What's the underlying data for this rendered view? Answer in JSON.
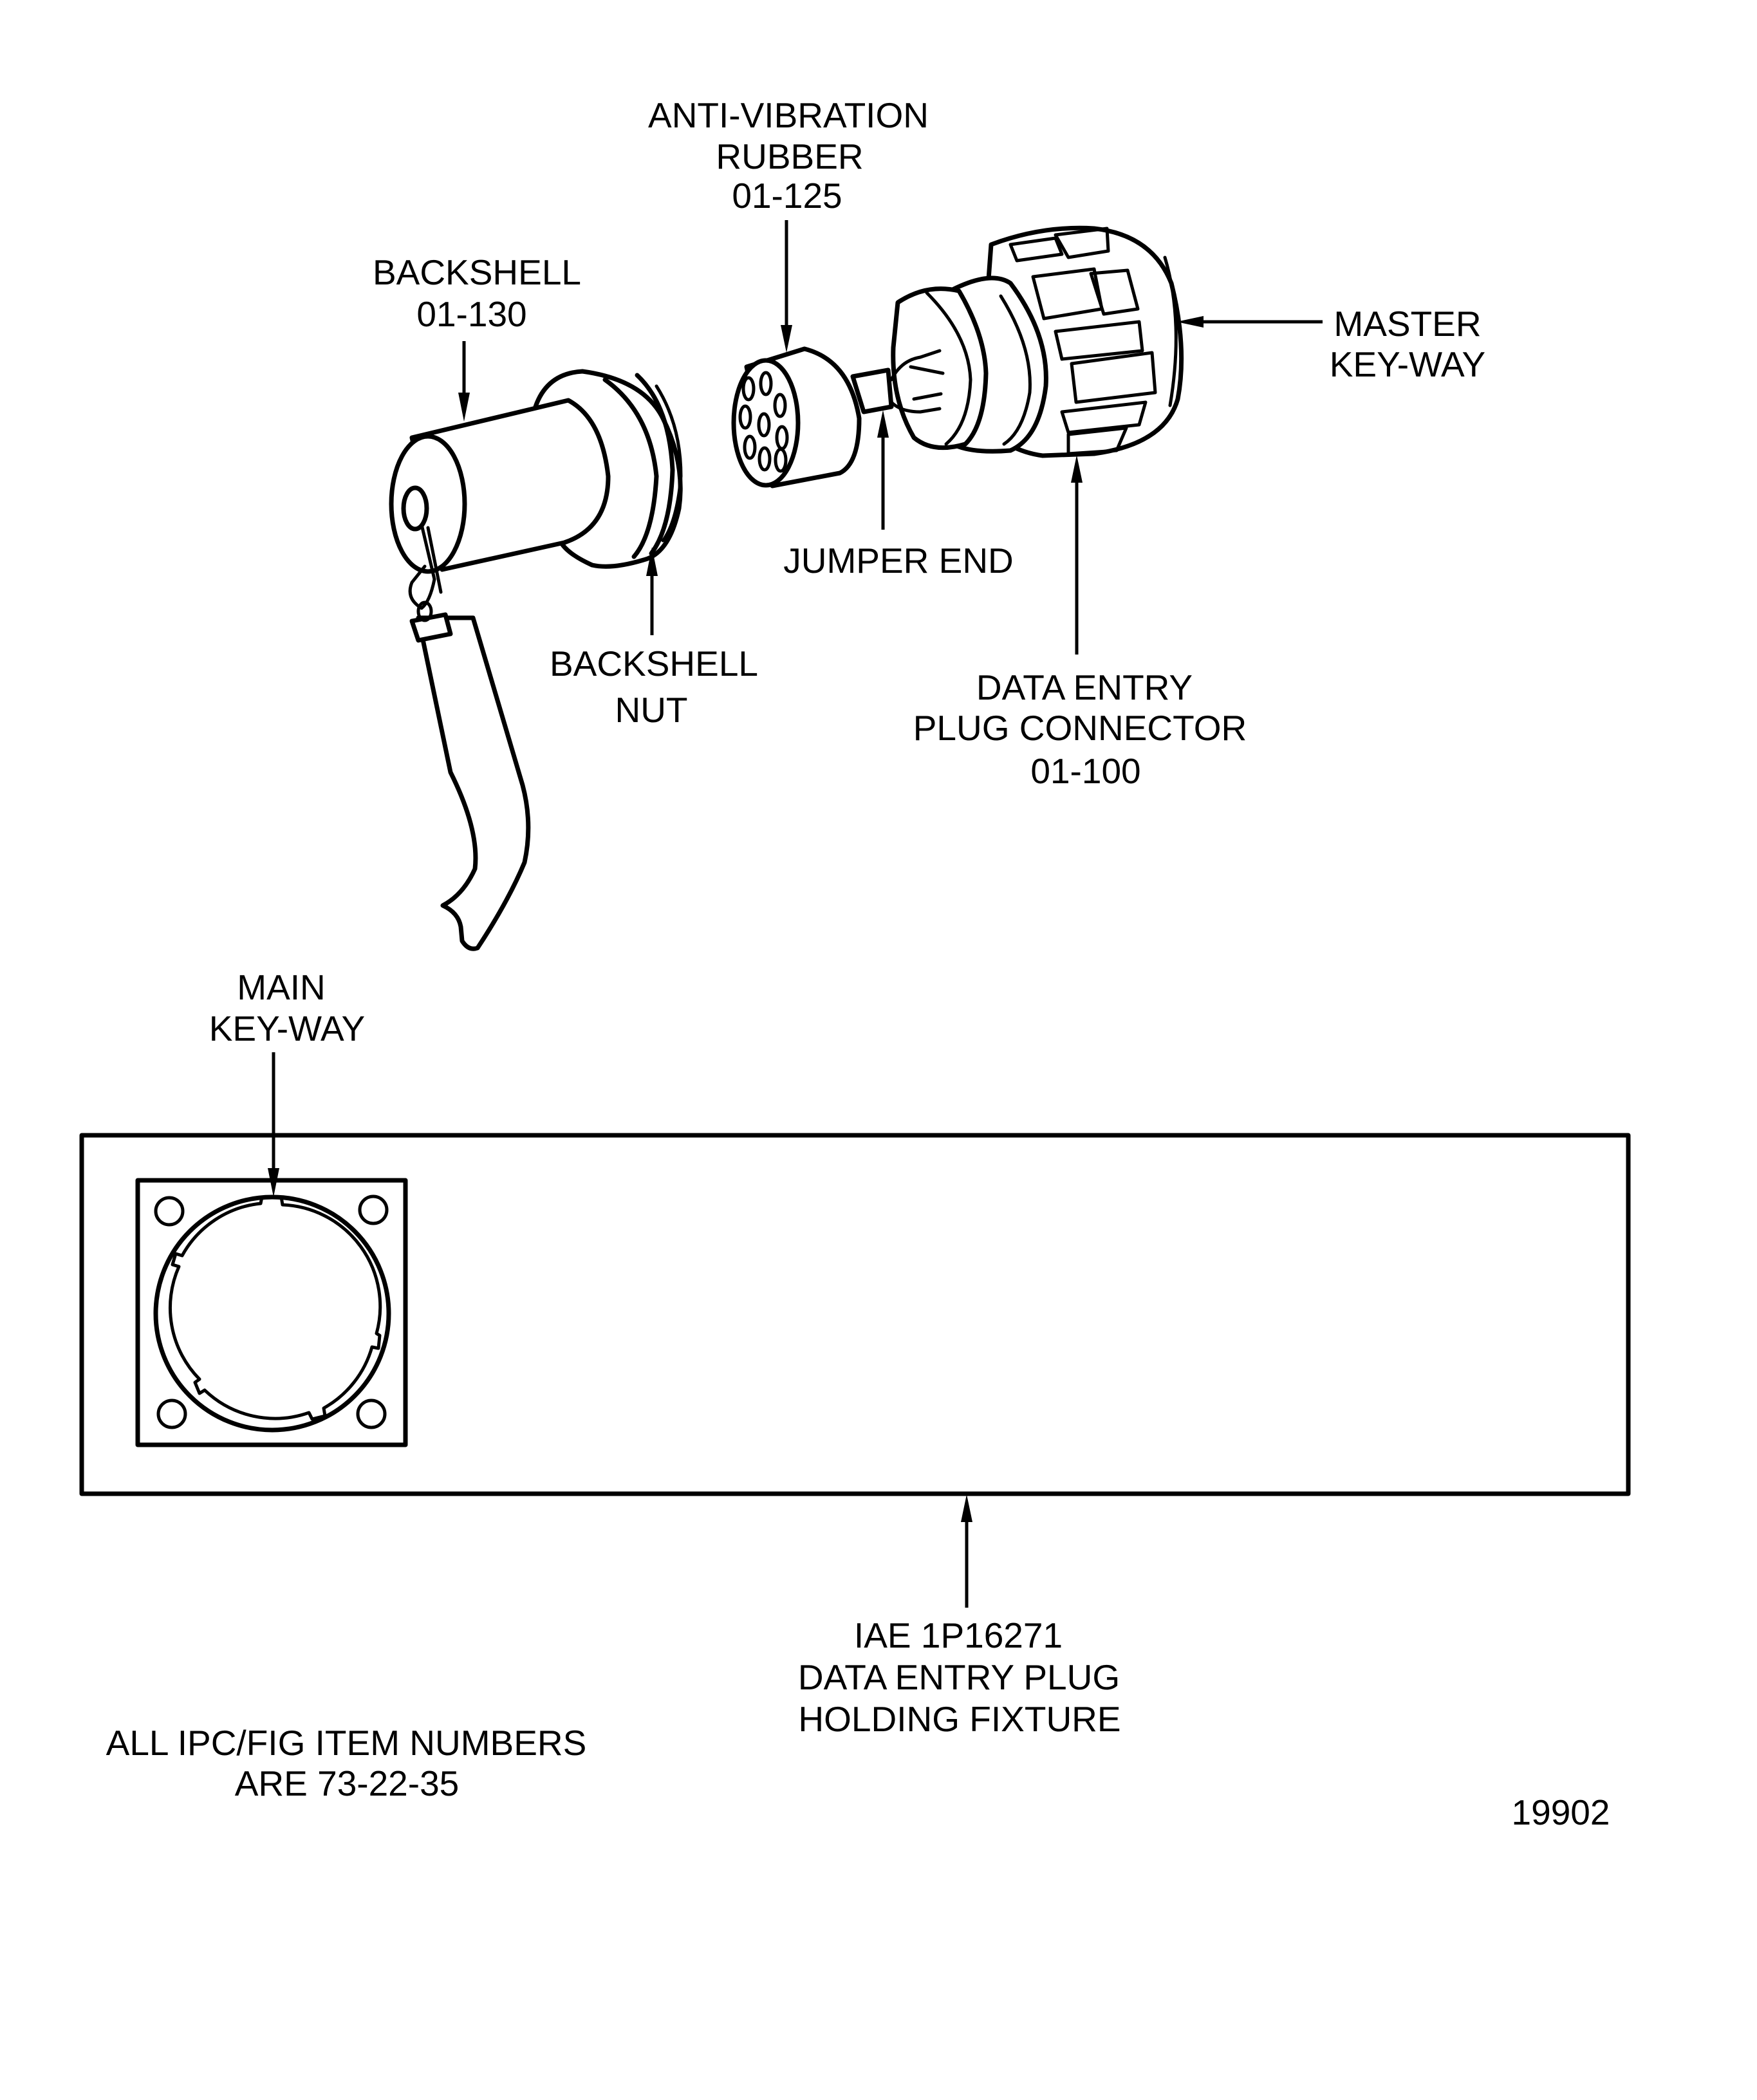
{
  "figure": {
    "labels": {
      "anti_vibration_rubber": [
        "ANTI-VIBRATION",
        "RUBBER",
        "01-125"
      ],
      "backshell": [
        "BACKSHELL",
        "01-130"
      ],
      "master_keyway": [
        "MASTER",
        "KEY-WAY"
      ],
      "jumper_end": [
        "JUMPER END"
      ],
      "backshell_nut": [
        "BACKSHELL",
        "NUT"
      ],
      "data_entry_plug_connector": [
        "DATA ENTRY",
        "PLUG CONNECTOR",
        "01-100"
      ],
      "main_keyway": [
        "MAIN",
        "KEY-WAY"
      ],
      "holding_fixture": [
        "IAE 1P16271",
        "DATA ENTRY PLUG",
        "HOLDING FIXTURE"
      ]
    },
    "note": [
      "ALL IPC/FIG ITEM NUMBERS",
      "ARE 73-22-35"
    ],
    "figure_number": "19902",
    "colors": {
      "ink": "#000000",
      "paper": "#ffffff"
    }
  }
}
